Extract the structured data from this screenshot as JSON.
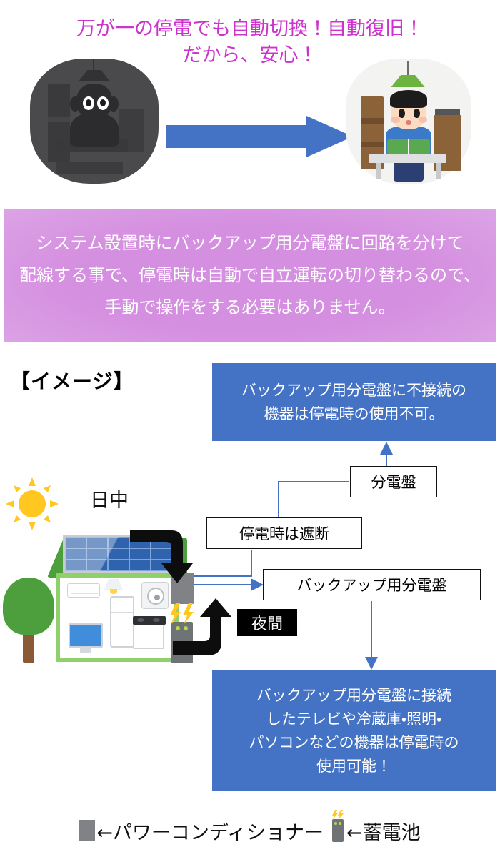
{
  "hero": {
    "headline": "万が一の停電でも自動切換！自動復旧！\nだから、安心！",
    "headline_color": "#cc33cc",
    "left_illustration_name": "dark-room-blackout",
    "right_illustration_name": "bright-room-reading-boy",
    "arrow_color": "#4472c4"
  },
  "callout": {
    "text": "システム設置時にバックアップ用分電盤に回路を分けて\n配線する事で、停電時は自動で自立運転の切り替わるので、\n手動で操作をする必要はありません。",
    "text_color": "#ffffff",
    "gradient_from": "#f3dcf6",
    "gradient_to": "#d58fe0"
  },
  "diagram": {
    "heading": "【イメージ】",
    "day_label": "日中",
    "night_label": "夜間",
    "boxes": {
      "not_connected": "バックアップ用分電盤に不接続の\n機器は停電時の使用不可。",
      "distribution_panel": "分電盤",
      "cutoff_on_outage": "停電時は遮断",
      "backup_panel": "バックアップ用分電盤",
      "connected": "バックアップ用分電盤に接続\nしたテレビや冷蔵庫・照明・\nパソコンなどの機器は停電時の\n使用可能！"
    },
    "blue_fill": "#4472c4",
    "connector_color": "#4472c4",
    "house_name": "house-with-solar-panels",
    "sun_name": "sun-icon",
    "tree_name": "tree-icon",
    "power_conditioner_name": "power-conditioner-unit",
    "battery_name": "storage-battery-unit"
  },
  "legend": {
    "power_conditioner": "←パワーコンディショナー",
    "battery": "←蓄電池",
    "swatch_color": "#808285"
  }
}
